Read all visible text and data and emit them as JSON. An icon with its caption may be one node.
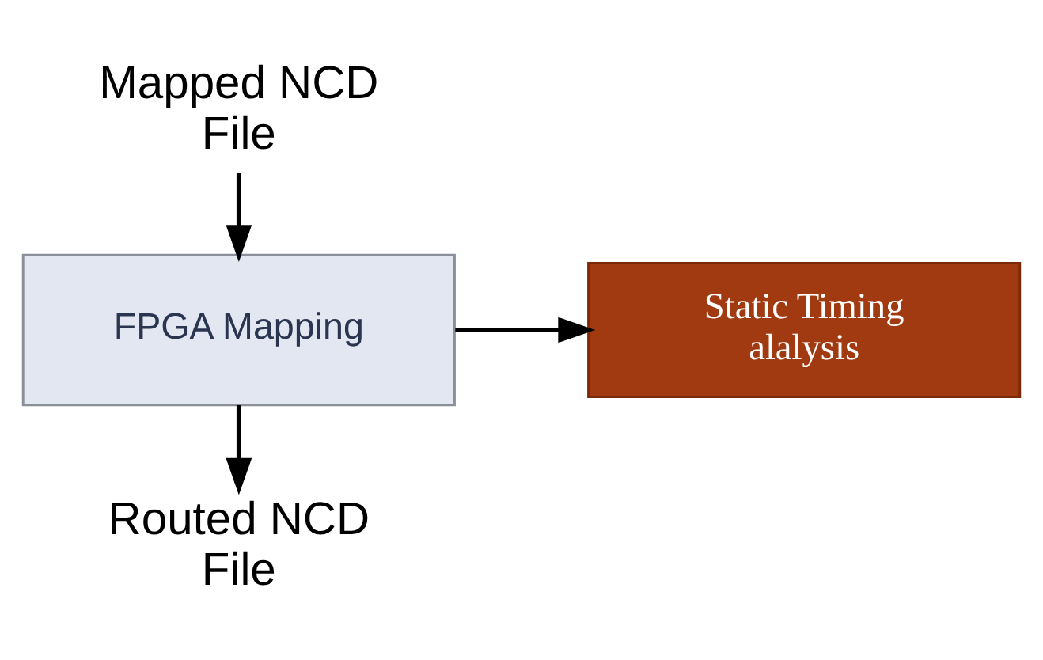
{
  "diagram": {
    "nodes": [
      {
        "text": [
          "Mapped NCD File"
        ]
      },
      {
        "text": [
          "FPGA Mapping"
        ]
      },
      {
        "text": [
          "Static Timing alalysis"
        ]
      },
      {
        "text": [
          "Routed NCD File"
        ]
      }
    ],
    "edges": [
      {
        "from": 0,
        "to": 1,
        "arrow": "to"
      },
      {
        "from": 1,
        "to": 2,
        "arrow": "to"
      },
      {
        "from": 1,
        "to": 3,
        "arrow": "to"
      }
    ]
  }
}
